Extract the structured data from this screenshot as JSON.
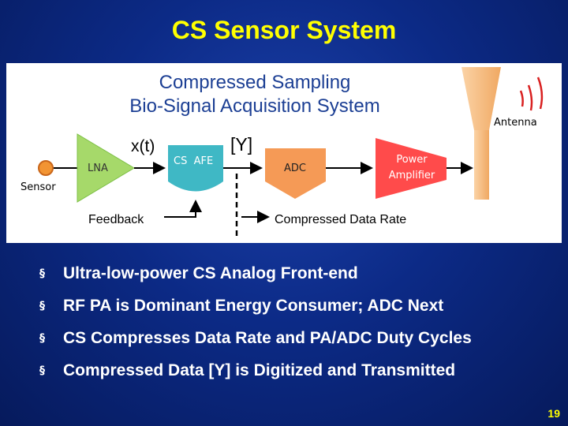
{
  "slide": {
    "title": "CS Sensor System",
    "page_number": "19"
  },
  "diagram": {
    "heading_line1": "Compressed Sampling",
    "heading_line2": "Bio-Signal Acquisition System",
    "sensor_label": "Sensor",
    "lna_label": "LNA",
    "signal_x_label": "x(t)",
    "afe_label": "CS  AFE",
    "signal_y_label": "[Y]",
    "adc_label": "ADC",
    "pa_label_line1": "Power",
    "pa_label_line2": "Amplifier",
    "antenna_label": "Antenna",
    "feedback_label": "Feedback",
    "compressed_rate_label": "Compressed Data Rate",
    "colors": {
      "lna": "#a6d96a",
      "afe": "#3fb8c5",
      "adc": "#f59a56",
      "pa": "#ff4b4b",
      "antenna": "#f5b97a",
      "sensor": "#f29433"
    }
  },
  "bullets": [
    {
      "mark": "§",
      "text": "Ultra-low-power CS Analog Front-end"
    },
    {
      "mark": "§",
      "text": "RF PA is Dominant Energy Consumer; ADC Next"
    },
    {
      "mark": "§",
      "text": "CS Compresses Data Rate and PA/ADC Duty Cycles"
    },
    {
      "mark": "§",
      "text": "Compressed Data [Y] is Digitized and Transmitted"
    }
  ]
}
